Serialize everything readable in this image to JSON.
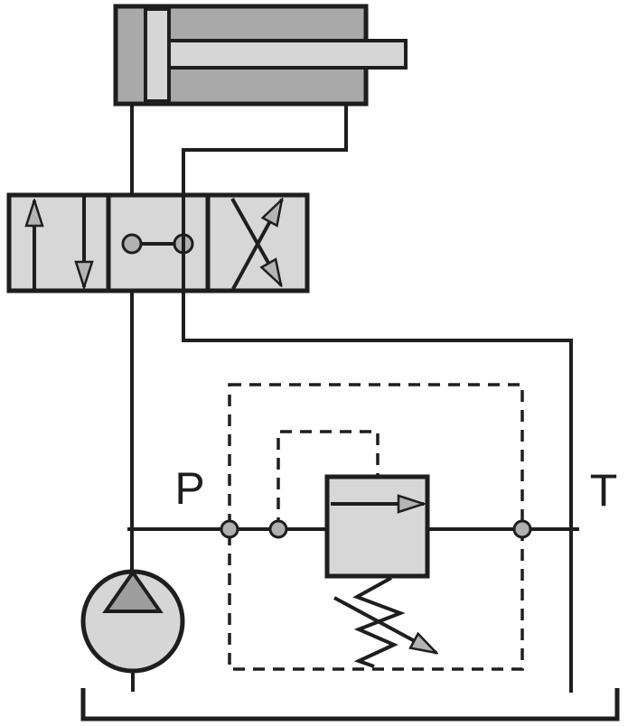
{
  "diagram": {
    "type": "hydraulic-circuit-schematic",
    "labels": {
      "pump_port": "P",
      "tank_port": "T"
    },
    "components": [
      {
        "name": "double-acting-cylinder"
      },
      {
        "name": "directional-control-valve-4-3"
      },
      {
        "name": "pilot-operated-relief-valve"
      },
      {
        "name": "hydraulic-pump"
      },
      {
        "name": "tank-line"
      }
    ],
    "colors": {
      "background": "#ffffff",
      "line": "#1e1e1e",
      "cell_fill": "#d7d7d7",
      "body_fill": "#a9a9a9",
      "light_fill": "#d6d6d6",
      "arrow_fill": "#b4b4b4",
      "dark_tri_fill": "#9e9e9e",
      "dot_fill": "#b0b0b0"
    }
  }
}
